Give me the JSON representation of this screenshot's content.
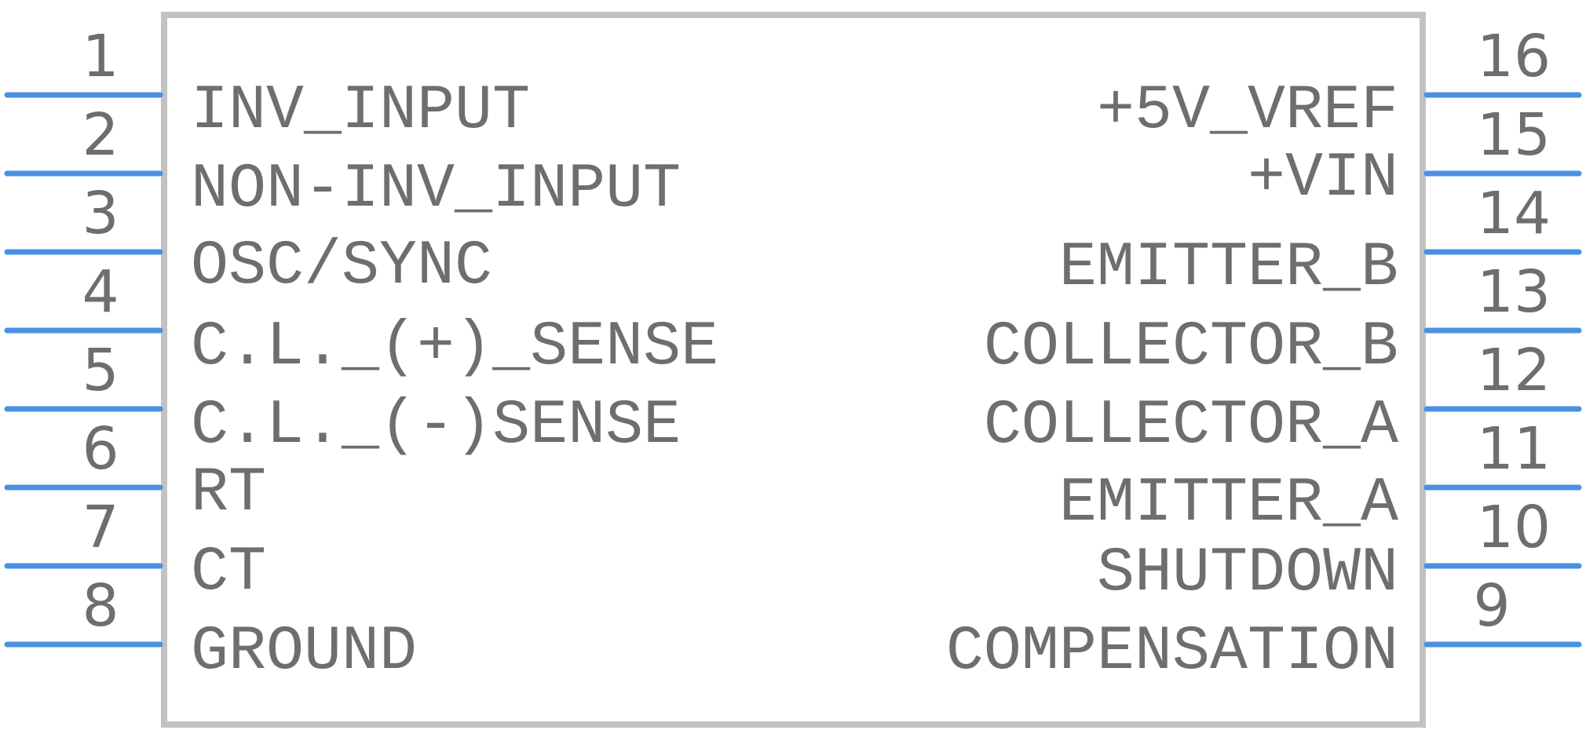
{
  "component": {
    "left_pins": [
      {
        "number": "1",
        "name": "INV_INPUT"
      },
      {
        "number": "2",
        "name": "NON-INV_INPUT"
      },
      {
        "number": "3",
        "name": "OSC/SYNC"
      },
      {
        "number": "4",
        "name": "C.L._(+)_SENSE"
      },
      {
        "number": "5",
        "name": "C.L._(-)SENSE"
      },
      {
        "number": "6",
        "name": "RT"
      },
      {
        "number": "7",
        "name": "CT"
      },
      {
        "number": "8",
        "name": "GROUND"
      }
    ],
    "right_pins": [
      {
        "number": "16",
        "name": "+5V_VREF"
      },
      {
        "number": "15",
        "name": "+VIN"
      },
      {
        "number": "14",
        "name": "EMITTER_B"
      },
      {
        "number": "13",
        "name": "COLLECTOR_B"
      },
      {
        "number": "12",
        "name": "COLLECTOR_A"
      },
      {
        "number": "11",
        "name": "EMITTER_A"
      },
      {
        "number": "10",
        "name": "SHUTDOWN"
      },
      {
        "number": "9",
        "name": "COMPENSATION"
      }
    ],
    "colors": {
      "pin": "#4a90e2",
      "outline": "#c2c2c2",
      "text": "#6e6e6e"
    }
  }
}
